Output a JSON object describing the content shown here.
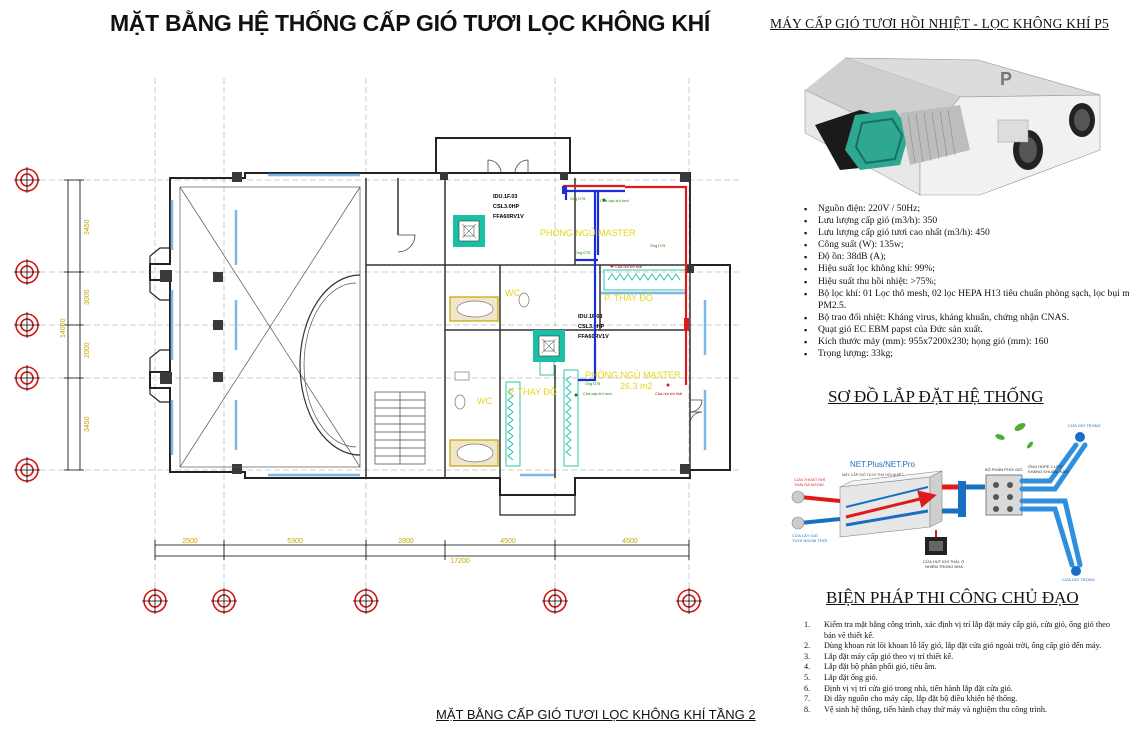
{
  "title": "MẶT BẰNG HỆ THỐNG CẤP GIÓ TƯƠI LỌC KHÔNG KHÍ",
  "plan": {
    "caption": "MẶT BẰNG CẤP GIÓ TƯƠI LỌC KHÔNG KHÍ TẦNG 2",
    "dims_bottom": [
      "2500",
      "5300",
      "2800",
      "4500",
      "4500"
    ],
    "total_width": "17200",
    "dims_left": [
      "3450",
      "3000",
      "2000",
      "3450"
    ],
    "total_height": "14000",
    "rooms": {
      "master1": "PHÒNG NGỦ MASTER",
      "thay_do1": "P. THAY ĐỒ",
      "wc1": "WC",
      "master2": "PHÒNG NGỦ MASTER",
      "master2_area": "26.3 m2",
      "thay_do2": "P. THAY ĐỒ",
      "wc2": "WC"
    },
    "unit1": [
      "IDU.1F.03",
      "CSL3.0HP",
      "FFA60RV1V"
    ],
    "unit2": [
      "IDU.1F.03",
      "CSL3.0HP",
      "FFA60RV1V"
    ],
    "small_labels": {
      "supply1": "Cửa cấp khí tươi",
      "supply2": "Cửa cấp khí tươi",
      "exhaust1": "Cửa hút khí thải",
      "exhaust2": "Cửa hút khí thải",
      "pipe1": "Ống D75",
      "pipe2": "Ống D75",
      "pipe3": "Ống D75",
      "pipe4": "Ống D75"
    }
  },
  "product": {
    "title": "MÁY CẤP GIÓ TƯƠI HỒI NHIỆT - LỌC KHÔNG KHÍ P5",
    "specs": [
      "Nguồn điện: 220V / 50Hz;",
      "Lưu lượng cấp gió (m3/h): 350",
      "Lưu lượng cấp gió tươi cao nhất  (m3/h): 450",
      "Công suất (W): 135w;",
      "Độ ồn: 38dB (A);",
      "Hiệu suất lọc không khí: 99%;",
      "Hiệu suất thu hồi nhiệt: >75%;",
      "Bộ lọc khí: 01 Lọc thô mesh, 02 lọc HEPA H13 tiêu chuẩn phòng sạch, lọc bụi mịn PM2.5.",
      "Bộ trao đổi nhiệt: Kháng virus, kháng khuẩn, chứng nhận CNAS.",
      "Quạt gió EC EBM papst của Đức sản xuất.",
      "Kích thước máy (mm): 955x7200x230; họng gió (mm): 160",
      "Trọng lượng: 33kg;"
    ]
  },
  "install": {
    "title": "SƠ ĐỒ LẮP ĐẶT HỆ THỐNG",
    "brand": "NET.Plus/NET.Pro",
    "brand_sub": "MÁY CẤP GIÓ TƯƠI THU HỒI NHIỆT",
    "labels": {
      "distributor": "BỘ PHÂN PHỐI GIÓ",
      "hdpe": "ỐNG HDPE 2 LỚP",
      "hdpe_sub": "KHÁNG KHUẨN, NẤM",
      "fresh_in": "CỬA GIÓ TRONG",
      "fresh_out": "CỬA GIÓ TRONG",
      "exhaust_out": "CỬA THOÁT KHÍ",
      "exhaust_out_sub": "THẢI RA NGOÀI",
      "intake": "CỬA LẤY GIÓ",
      "intake_sub": "TƯƠI NGOÀI TRỜI",
      "return": "CỬA HÚT KHÍ THẢI, Ô",
      "return_sub": "NHIỄM TRONG NHÀ"
    }
  },
  "method": {
    "title": "BIỆN PHÁP THI CÔNG CHỦ ĐẠO",
    "steps": [
      "Kiểm tra mặt bằng công trình, xác định vị trí lắp đặt máy cấp gió, cửa gió, ống gió theo bản vẽ thiết kế.",
      "Dùng khoan rút lõi khoan lỗ lấy gió, lắp đặt cửa gió ngoài trời, ống cấp gió đến máy.",
      "Lắp đặt máy cấp gió theo vị trí thiết kế.",
      "Lắp đặt bộ phân phối gió, tiêu âm.",
      "Lắp đặt ống gió.",
      "Định vị vị trí cửa gió trong nhà, tiến hành lắp đặt cửa gió.",
      "Đi dây nguồn cho máy cấp, lắp đặt bộ điều khiển hệ thống.",
      "Vệ sinh hệ thống, tiến hành chạy thử máy và nghiệm thu công trình."
    ],
    "step_numbers": [
      "1.",
      "2.",
      "3.",
      "4.",
      "5.",
      "6.",
      "7.",
      "8."
    ]
  },
  "colors": {
    "supply_pipe": "#1a2fd6",
    "exhaust_pipe": "#e01a1a",
    "fan_unit": "#19c0a6",
    "room_text": "#e6d619",
    "window": "#7fb6e6",
    "grid_marker": "#d01717"
  }
}
